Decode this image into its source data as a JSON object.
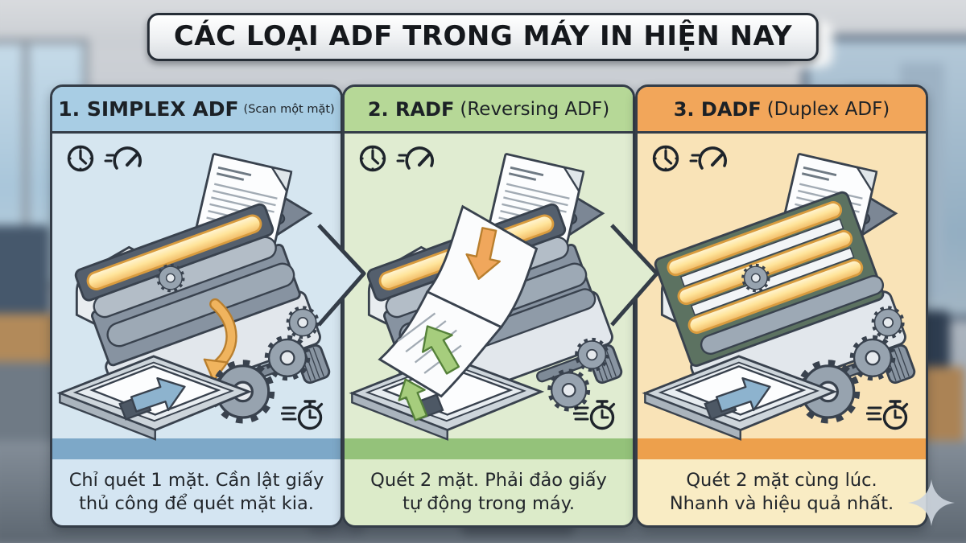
{
  "title": "CÁC LOẠI ADF TRONG MÁY IN HIỆN NAY",
  "panels": [
    {
      "heading_bold": "1. SIMPLEX ADF",
      "heading_note": "(Scan một mặt)",
      "caption_line1": "Chỉ quét 1 mặt. Cần lật giấy",
      "caption_line2": "thủ công để quét mặt kia.",
      "accent_header": "#a8cde4",
      "accent_body": "#d6e6f0",
      "accent_strip": "#7da8c8",
      "accent_caption": "#d4e5f2"
    },
    {
      "heading_bold": "2. RADF",
      "heading_note": "(Reversing ADF)",
      "caption_line1": "Quét 2 mặt. Phải đảo giấy",
      "caption_line2": "tự động trong máy.",
      "accent_header": "#b6d897",
      "accent_body": "#e0ecd1",
      "accent_strip": "#94c27a",
      "accent_caption": "#dcebc9"
    },
    {
      "heading_bold": "3. DADF",
      "heading_note": "(Duplex ADF)",
      "caption_line1": "Quét 2 mặt cùng lúc.",
      "caption_line2": "Nhanh và hiệu quả nhất.",
      "accent_header": "#f2a65a",
      "accent_body": "#f9e3b7",
      "accent_strip": "#eda04c",
      "accent_caption": "#f9ecc4"
    }
  ],
  "icons": {
    "panel_top_left": [
      "clock-icon",
      "speedometer-icon"
    ],
    "panel_bottom_right": "stopwatch-icon",
    "background": "sparkle-icon"
  },
  "colors": {
    "outline": "#39424e",
    "banner_bg": "#f2f4f6",
    "scan_bar_glow": "#ffe49a",
    "arrow_green": "#a6cd7d",
    "arrow_orange": "#f0a75c",
    "arrow_blue": "#8db3ce"
  }
}
